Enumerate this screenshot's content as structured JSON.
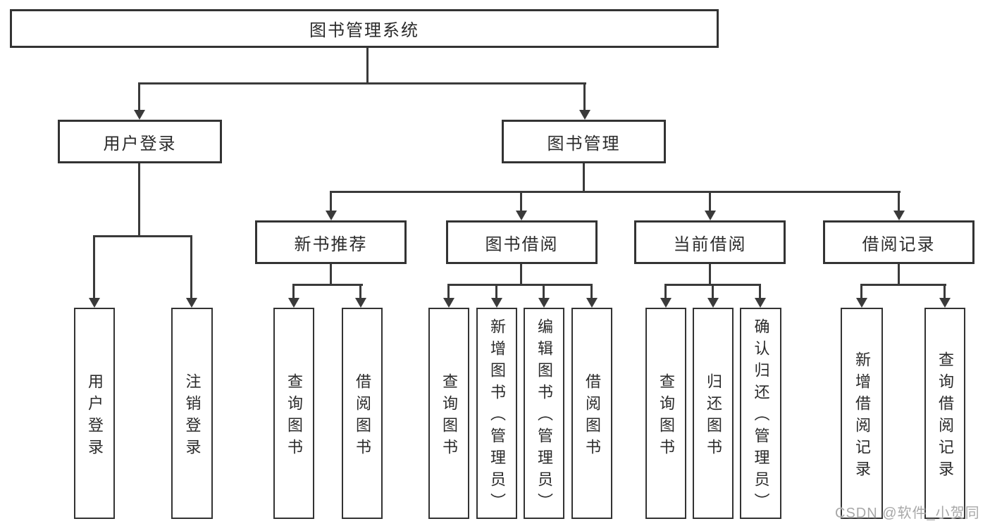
{
  "tree": {
    "root": {
      "label": "图书管理系统"
    },
    "level2": [
      {
        "label": "用户登录",
        "children": [
          "用户登录",
          "注销登录"
        ]
      },
      {
        "label": "图书管理",
        "children_groups": [
          {
            "label": "新书推荐",
            "children": [
              "查询图书",
              "借阅图书"
            ]
          },
          {
            "label": "图书借阅",
            "children": [
              "查询图书",
              "新增图书（管理员）",
              "编辑图书（管理员）",
              "借阅图书"
            ]
          },
          {
            "label": "当前借阅",
            "children": [
              "查询图书",
              "归还图书",
              "确认归还（管理员）"
            ]
          },
          {
            "label": "借阅记录",
            "children": [
              "新增借阅记录",
              "查询借阅记录"
            ]
          }
        ]
      }
    ]
  },
  "watermark": {
    "text": "CSDN @软件_小贺同学"
  },
  "colors": {
    "line": "#3a3a3a",
    "box_border": "#333333",
    "text": "#2b2b2b",
    "background": "#ffffff",
    "watermark": "#a8a8a8"
  }
}
